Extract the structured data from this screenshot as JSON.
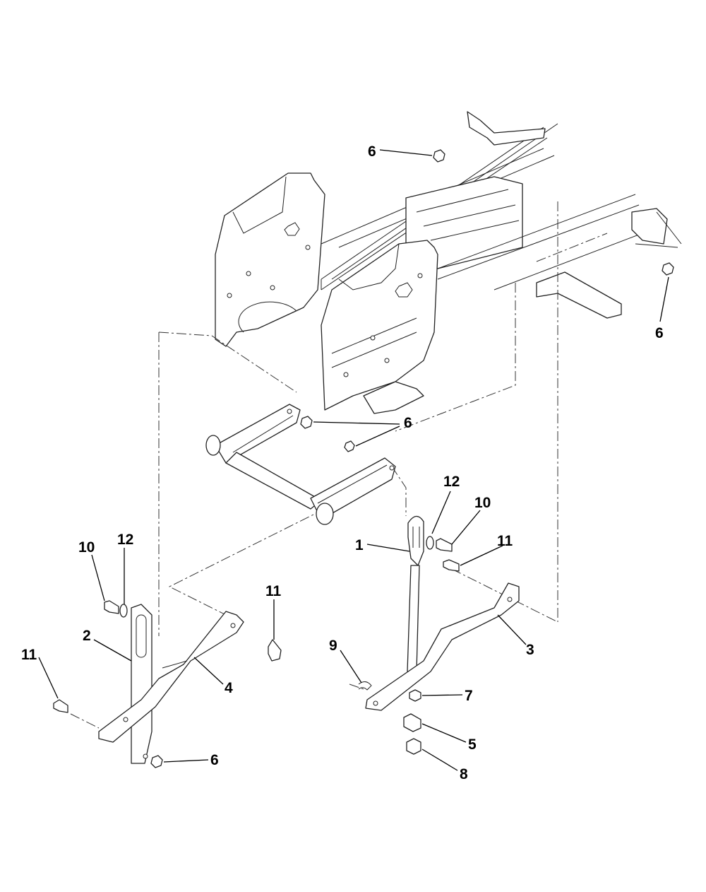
{
  "callouts": [
    {
      "id": "c6a",
      "label": "6"
    },
    {
      "id": "c6b",
      "label": "6"
    },
    {
      "id": "c6c",
      "label": "6"
    },
    {
      "id": "c6d",
      "label": "6"
    },
    {
      "id": "c12a",
      "label": "12"
    },
    {
      "id": "c10a",
      "label": "10"
    },
    {
      "id": "c11a",
      "label": "11"
    },
    {
      "id": "c1",
      "label": "1"
    },
    {
      "id": "c10b",
      "label": "10"
    },
    {
      "id": "c12b",
      "label": "12"
    },
    {
      "id": "c11b",
      "label": "11"
    },
    {
      "id": "c2",
      "label": "2"
    },
    {
      "id": "c11c",
      "label": "11"
    },
    {
      "id": "c4",
      "label": "4"
    },
    {
      "id": "c9",
      "label": "9"
    },
    {
      "id": "c3",
      "label": "3"
    },
    {
      "id": "c7",
      "label": "7"
    },
    {
      "id": "c5",
      "label": "5"
    },
    {
      "id": "c8",
      "label": "8"
    }
  ]
}
